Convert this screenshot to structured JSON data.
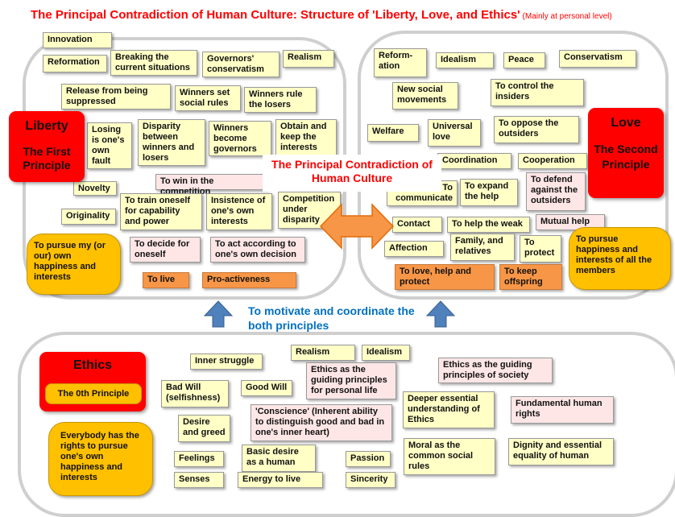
{
  "title": {
    "main": "The Principal Contradiction of Human Culture:   Structure of 'Liberty, Love, and Ethics'",
    "sub": " (Mainly at personal level)"
  },
  "center_label": "The Principal Contradiction of Human Culture",
  "motivate_label": "To motivate and coordinate the both principles",
  "liberty": {
    "name": "Liberty",
    "principle": "The First Principle",
    "bubble": "To pursue  my (or our) own happiness and interests",
    "notes": [
      "Innovation",
      "Reformation",
      "Breaking the current situations",
      "Governors' conservatism",
      "Realism",
      "Release from being suppressed",
      "Winners set social rules",
      "Winners rule the losers",
      "Losing is one's own fault",
      "Disparity between winners and losers",
      "Winners become governors",
      "Obtain and keep the interests",
      "To win in the competition",
      "Novelty",
      "To train oneself for capability and power",
      "Insistence of one's own interests",
      "Competition under disparity",
      "Originality",
      "To decide for oneself",
      "To act according to one's own decision",
      "To live",
      "Pro-activeness"
    ]
  },
  "love": {
    "name": "Love",
    "principle": "The Second Principle",
    "bubble": "To pursue happiness and interests of all the members",
    "notes": [
      "Reform-ation",
      "Idealism",
      "Peace",
      "Conservatism",
      "New social movements",
      "To control the insiders",
      "Welfare",
      "Universal love",
      "To oppose the outsiders",
      "Coordination",
      "Cooperation",
      "To communicate",
      "To expand the help",
      "To defend against the outsiders",
      "Contact",
      "To help the weak",
      "Mutual help",
      "Affection",
      "Family, and relatives",
      "To protect",
      "To love, help and protect",
      "To keep offspring"
    ]
  },
  "ethics": {
    "name": "Ethics",
    "principle": "The 0th Principle",
    "bubble": "Everybody has the rights to pursue one's own happiness and interests",
    "notes": [
      "Inner struggle",
      "Realism",
      "Idealism",
      "Ethics as the guiding principles of society",
      "Bad Will (selfishness)",
      "Good Will",
      "Ethics as the guiding principles for personal life",
      "Desire and greed",
      "'Conscience' (Inherent ability to distinguish good and bad in one's inner heart)",
      "Deeper essential understanding of Ethics",
      "Fundamental human rights",
      "Feelings",
      "Basic desire as a human",
      "Passion",
      "Moral as the common social rules",
      "Dignity and essential equality of human",
      "Senses",
      "Energy to live",
      "Sincerity"
    ]
  },
  "colors": {
    "red": "#ff0000",
    "yellow_note": "#ffffc6",
    "pink_note": "#ffe6e6",
    "orange_note": "#f79646",
    "bubble": "#ffc000",
    "arrow_blue": "#4f81bd",
    "arrow_orange": "#f79646",
    "text_blue": "#0070c0"
  }
}
